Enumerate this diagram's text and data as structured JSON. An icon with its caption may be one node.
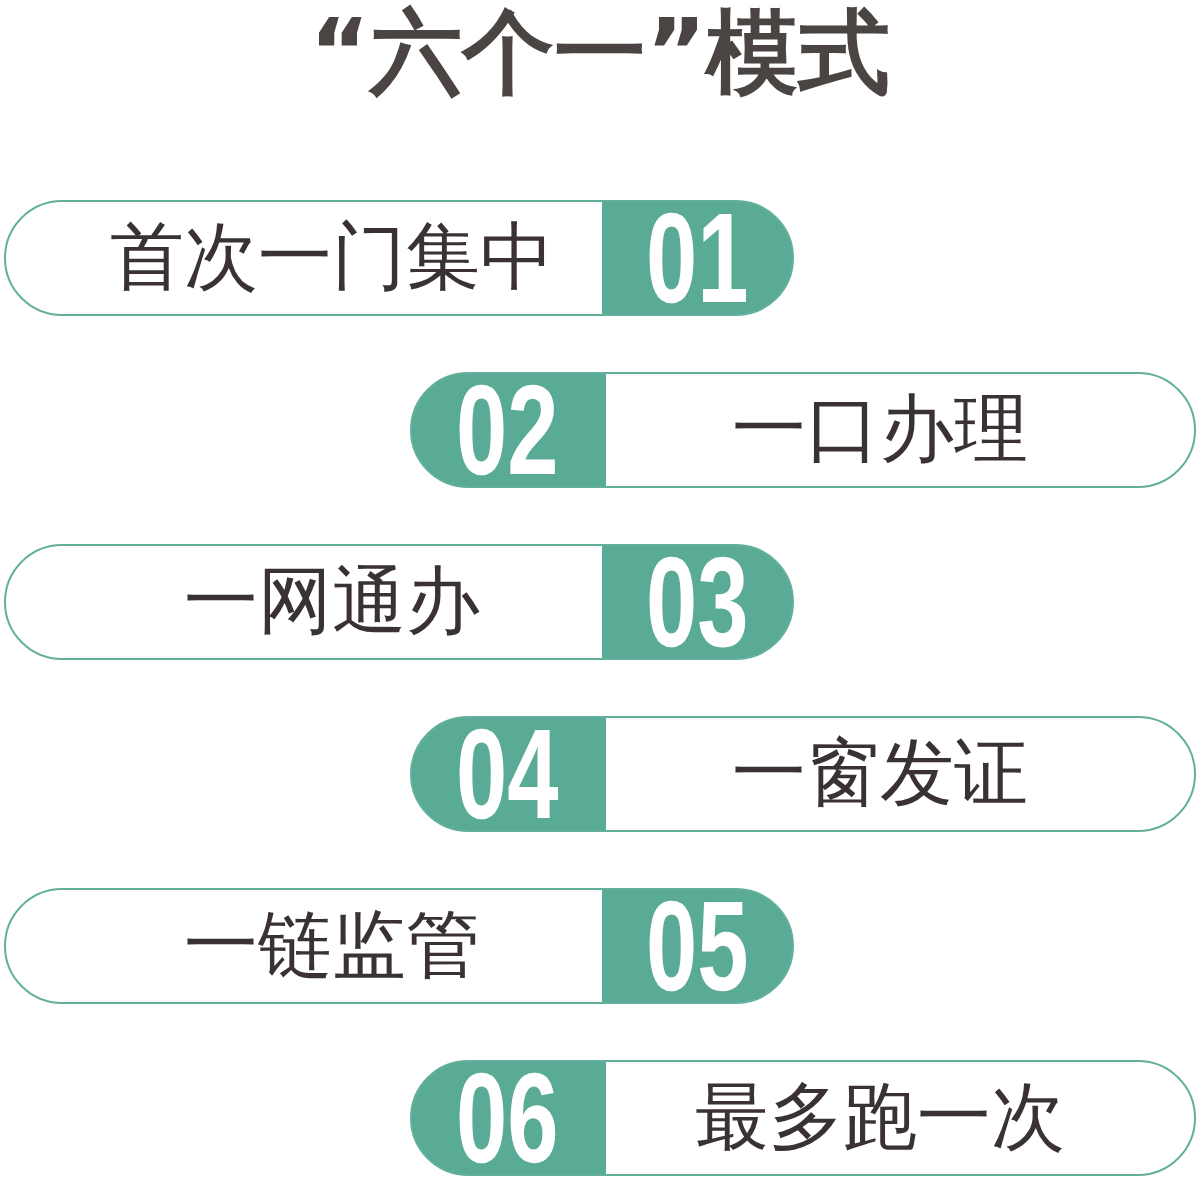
{
  "diagram": {
    "title": "“六个一”模式",
    "nodes": [
      {
        "text": [
          "首次一门集中",
          "01"
        ]
      },
      {
        "text": [
          "02",
          "一口办理"
        ]
      },
      {
        "text": [
          "一网通办",
          "03"
        ]
      },
      {
        "text": [
          "04",
          "一窗发证"
        ]
      },
      {
        "text": [
          "一链监管",
          "05"
        ]
      },
      {
        "text": [
          "06",
          "最多跑一次"
        ]
      }
    ]
  }
}
